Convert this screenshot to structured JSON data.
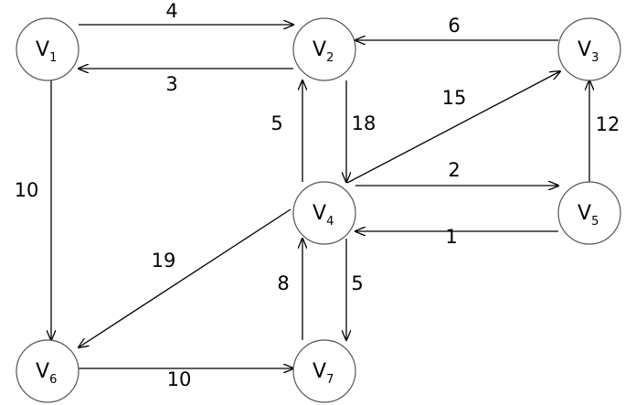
{
  "nodes": [
    {
      "id": "v1",
      "letter": "V",
      "sub": "1"
    },
    {
      "id": "v2",
      "letter": "V",
      "sub": "2"
    },
    {
      "id": "v3",
      "letter": "V",
      "sub": "3"
    },
    {
      "id": "v4",
      "letter": "V",
      "sub": "4"
    },
    {
      "id": "v5",
      "letter": "V",
      "sub": "5"
    },
    {
      "id": "v6",
      "letter": "V",
      "sub": "6"
    },
    {
      "id": "v7",
      "letter": "V",
      "sub": "7"
    }
  ],
  "edges": [
    {
      "from": "v1",
      "to": "v2",
      "weight": "4"
    },
    {
      "from": "v2",
      "to": "v1",
      "weight": "3"
    },
    {
      "from": "v3",
      "to": "v2",
      "weight": "6"
    },
    {
      "from": "v1",
      "to": "v6",
      "weight": "10"
    },
    {
      "from": "v4",
      "to": "v2",
      "weight": "5"
    },
    {
      "from": "v2",
      "to": "v4",
      "weight": "18"
    },
    {
      "from": "v4",
      "to": "v3",
      "weight": "15"
    },
    {
      "from": "v5",
      "to": "v3",
      "weight": "12"
    },
    {
      "from": "v4",
      "to": "v5",
      "weight": "2"
    },
    {
      "from": "v5",
      "to": "v4",
      "weight": "1"
    },
    {
      "from": "v4",
      "to": "v6",
      "weight": "19"
    },
    {
      "from": "v7",
      "to": "v4",
      "weight": "8"
    },
    {
      "from": "v4",
      "to": "v7",
      "weight": "5"
    },
    {
      "from": "v6",
      "to": "v7",
      "weight": "10"
    }
  ]
}
